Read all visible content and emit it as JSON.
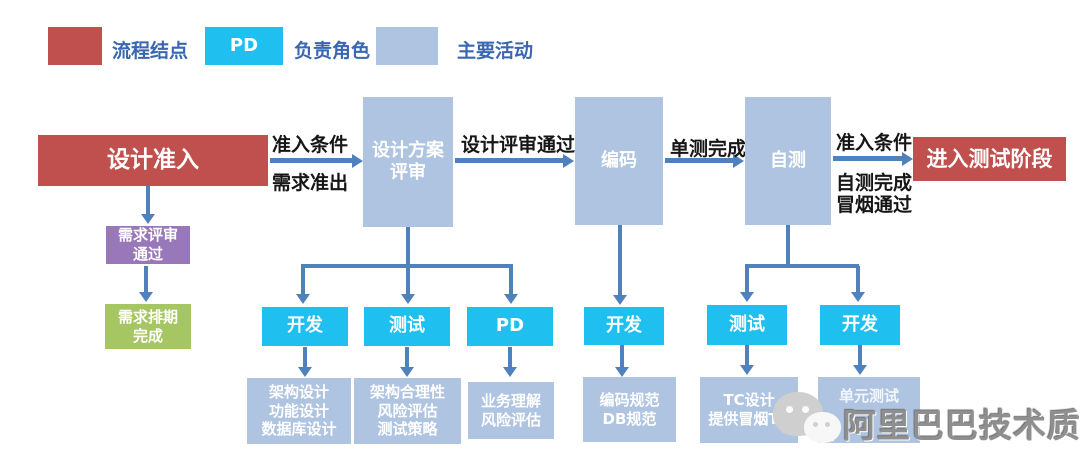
{
  "legend": {
    "items": [
      {
        "swatch_text": "",
        "label": "流程结点",
        "color": "#C0504D"
      },
      {
        "swatch_text": "PD",
        "label": "负责角色",
        "color": "#1FBFEF"
      },
      {
        "swatch_text": "",
        "label": "主要活动",
        "color": "#AEC4E1"
      }
    ]
  },
  "main_flow": {
    "design_entry": "设计准入",
    "edge1_top": "准入条件",
    "edge1_bottom": "需求准出",
    "design_review_line1": "设计方案",
    "design_review_line2": "评审",
    "edge2": "设计评审通过",
    "coding": "编码",
    "edge3": "单测完成",
    "self_test": "自测",
    "edge4_top": "准入条件",
    "edge4_bottom1": "自测完成",
    "edge4_bottom2": "冒烟通过",
    "test_phase_entry": "进入测试阶段"
  },
  "left_column": {
    "req_review_line1": "需求评审",
    "req_review_line2": "通过",
    "req_schedule_line1": "需求排期",
    "req_schedule_line2": "完成"
  },
  "design_branch": {
    "roles": [
      {
        "label": "开发"
      },
      {
        "label": "测试"
      },
      {
        "label": "PD"
      }
    ],
    "activities": [
      {
        "lines": [
          "架构设计",
          "功能设计",
          "数据库设计"
        ]
      },
      {
        "lines": [
          "架构合理性",
          "风险评估",
          "测试策略"
        ]
      },
      {
        "lines": [
          "业务理解",
          "风险评估"
        ]
      }
    ]
  },
  "coding_branch": {
    "role": "开发",
    "activity_lines": [
      "编码规范",
      "DB规范"
    ]
  },
  "self_test_branch": {
    "roles": [
      {
        "label": "测试"
      },
      {
        "label": "开发"
      }
    ],
    "activities": [
      {
        "lines": [
          "TC设计",
          "提供冒烟TC"
        ]
      },
      {
        "lines": [
          "单元测试"
        ]
      }
    ]
  },
  "watermark": {
    "text": "阿里巴巴技术质量"
  },
  "colors": {
    "process_node": "#C0504D",
    "role_node": "#1FBFEF",
    "activity_node": "#AEC4E1",
    "arrow": "#4F81BD",
    "requirement_review": "#9878B8",
    "requirement_schedule": "#A5C662"
  }
}
